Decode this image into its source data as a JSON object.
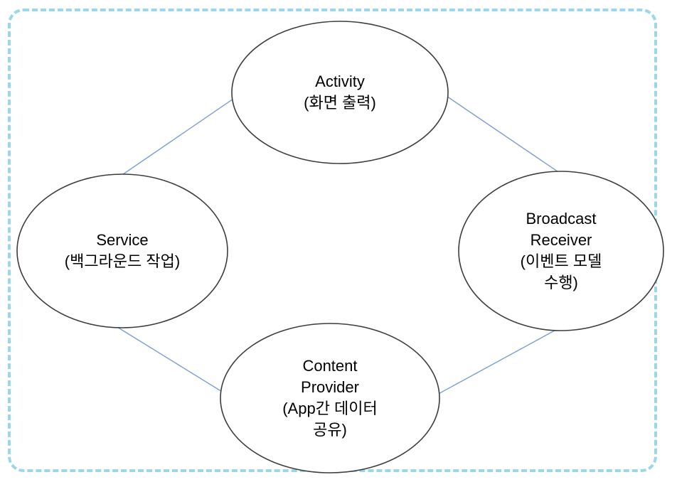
{
  "diagram": {
    "description": "Four component ellipses connected in a diamond layout",
    "nodes": [
      {
        "id": "activity",
        "label": "Activity\n(화면 출력)"
      },
      {
        "id": "service",
        "label": "Service\n(백그라운드 작업)"
      },
      {
        "id": "broadcast-receiver",
        "label": "Broadcast\nReceiver\n(이벤트 모델\n수행)"
      },
      {
        "id": "content-provider",
        "label": "Content\nProvider\n(App간 데이터\n공유)"
      }
    ],
    "edges": [
      {
        "from": "activity",
        "to": "service"
      },
      {
        "from": "activity",
        "to": "broadcast-receiver"
      },
      {
        "from": "service",
        "to": "content-provider"
      },
      {
        "from": "broadcast-receiver",
        "to": "content-provider"
      }
    ],
    "colors": {
      "background": "#ffffff",
      "frame_border": "#9bd7ea",
      "connector": "#7a9fd6",
      "node_fill": "#ffffff",
      "node_stroke": "#3d3d3d",
      "text": "#000000"
    }
  }
}
